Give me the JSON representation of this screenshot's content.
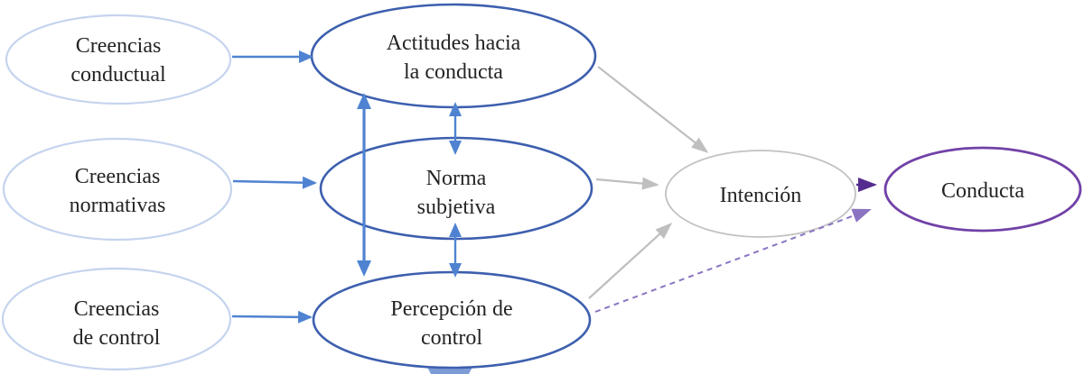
{
  "diagram": {
    "type": "concept-diagram",
    "language": "es",
    "nodes": {
      "creencias_conductual": {
        "line1": "Creencias",
        "line2": "conductual"
      },
      "creencias_normativas": {
        "line1": "Creencias",
        "line2": "normativas"
      },
      "creencias_de_control": {
        "line1": "Creencias",
        "line2": "de control"
      },
      "actitudes": {
        "line1": "Actitudes hacia",
        "line2": "la conducta"
      },
      "norma_subjetiva": {
        "line1": "Norma",
        "line2": "subjetiva"
      },
      "percepcion_de_control": {
        "line1": "Percepción de",
        "line2": "control"
      },
      "intencion": {
        "label": "Intención"
      },
      "conducta": {
        "label": "Conducta"
      }
    },
    "edges": [
      {
        "from": "creencias_conductual",
        "to": "actitudes",
        "style": "solid-blue",
        "direction": "one-way"
      },
      {
        "from": "creencias_normativas",
        "to": "norma_subjetiva",
        "style": "solid-blue",
        "direction": "one-way"
      },
      {
        "from": "creencias_de_control",
        "to": "percepcion_de_control",
        "style": "solid-blue",
        "direction": "one-way"
      },
      {
        "from": "actitudes",
        "to": "norma_subjetiva",
        "style": "solid-blue",
        "direction": "two-way"
      },
      {
        "from": "norma_subjetiva",
        "to": "percepcion_de_control",
        "style": "solid-blue",
        "direction": "two-way"
      },
      {
        "from": "actitudes",
        "to": "percepcion_de_control",
        "style": "solid-blue",
        "direction": "two-way"
      },
      {
        "from": "actitudes",
        "to": "intencion",
        "style": "solid-gray",
        "direction": "one-way"
      },
      {
        "from": "norma_subjetiva",
        "to": "intencion",
        "style": "solid-gray",
        "direction": "one-way"
      },
      {
        "from": "percepcion_de_control",
        "to": "intencion",
        "style": "solid-gray",
        "direction": "one-way"
      },
      {
        "from": "intencion",
        "to": "conducta",
        "style": "solid-purple",
        "direction": "one-way"
      },
      {
        "from": "percepcion_de_control",
        "to": "conducta",
        "style": "dashed-purple",
        "direction": "one-way"
      }
    ],
    "colors": {
      "belief_ellipse_stroke": "#c5d4ee",
      "determinant_ellipse_stroke": "#3d5fae",
      "blue_arrow": "#4f83d2",
      "gray_arrow": "#bfbfbf",
      "intention_ellipse_stroke": "#c2c2c2",
      "conduct_ellipse_stroke": "#7141a7",
      "purple_arrow": "#542b8f",
      "dashed_purple_arrow": "#8a74c2",
      "text": "#242424",
      "stub_blue": "#7d9cd6",
      "background": "#ffffff"
    }
  }
}
